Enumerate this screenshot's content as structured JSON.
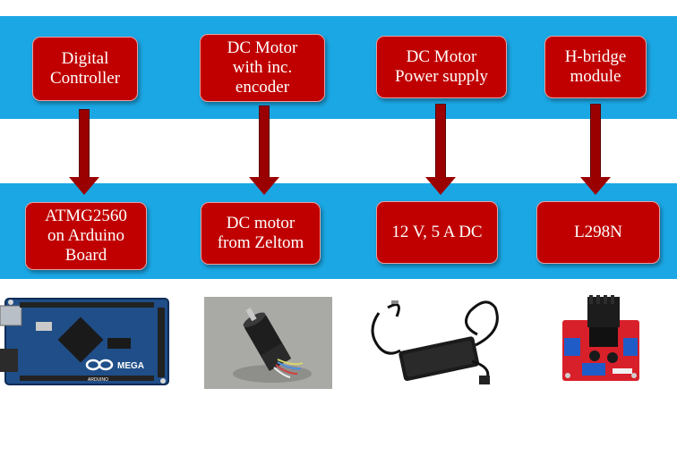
{
  "top_row": [
    {
      "label_lines": [
        "Digital",
        "Controller"
      ]
    },
    {
      "label_lines": [
        "DC Motor",
        "with inc.",
        "encoder"
      ]
    },
    {
      "label_lines": [
        "DC Motor",
        "Power supply"
      ]
    },
    {
      "label_lines": [
        "H-bridge",
        "module"
      ]
    }
  ],
  "bottom_row": [
    {
      "label_lines": [
        "ATMG2560",
        "on Arduino",
        "Board"
      ]
    },
    {
      "label_lines": [
        "DC motor",
        "from Zeltom"
      ]
    },
    {
      "label_lines": [
        "12 V, 5 A DC"
      ]
    },
    {
      "label_lines": [
        "L298N"
      ]
    }
  ],
  "photos": {
    "arduino_logo_text": "MEGA",
    "arduino_brand": "ARDUINO"
  },
  "colors": {
    "band": "#1ba7e4",
    "box": "#c00000",
    "arrow": "#9b0000"
  }
}
